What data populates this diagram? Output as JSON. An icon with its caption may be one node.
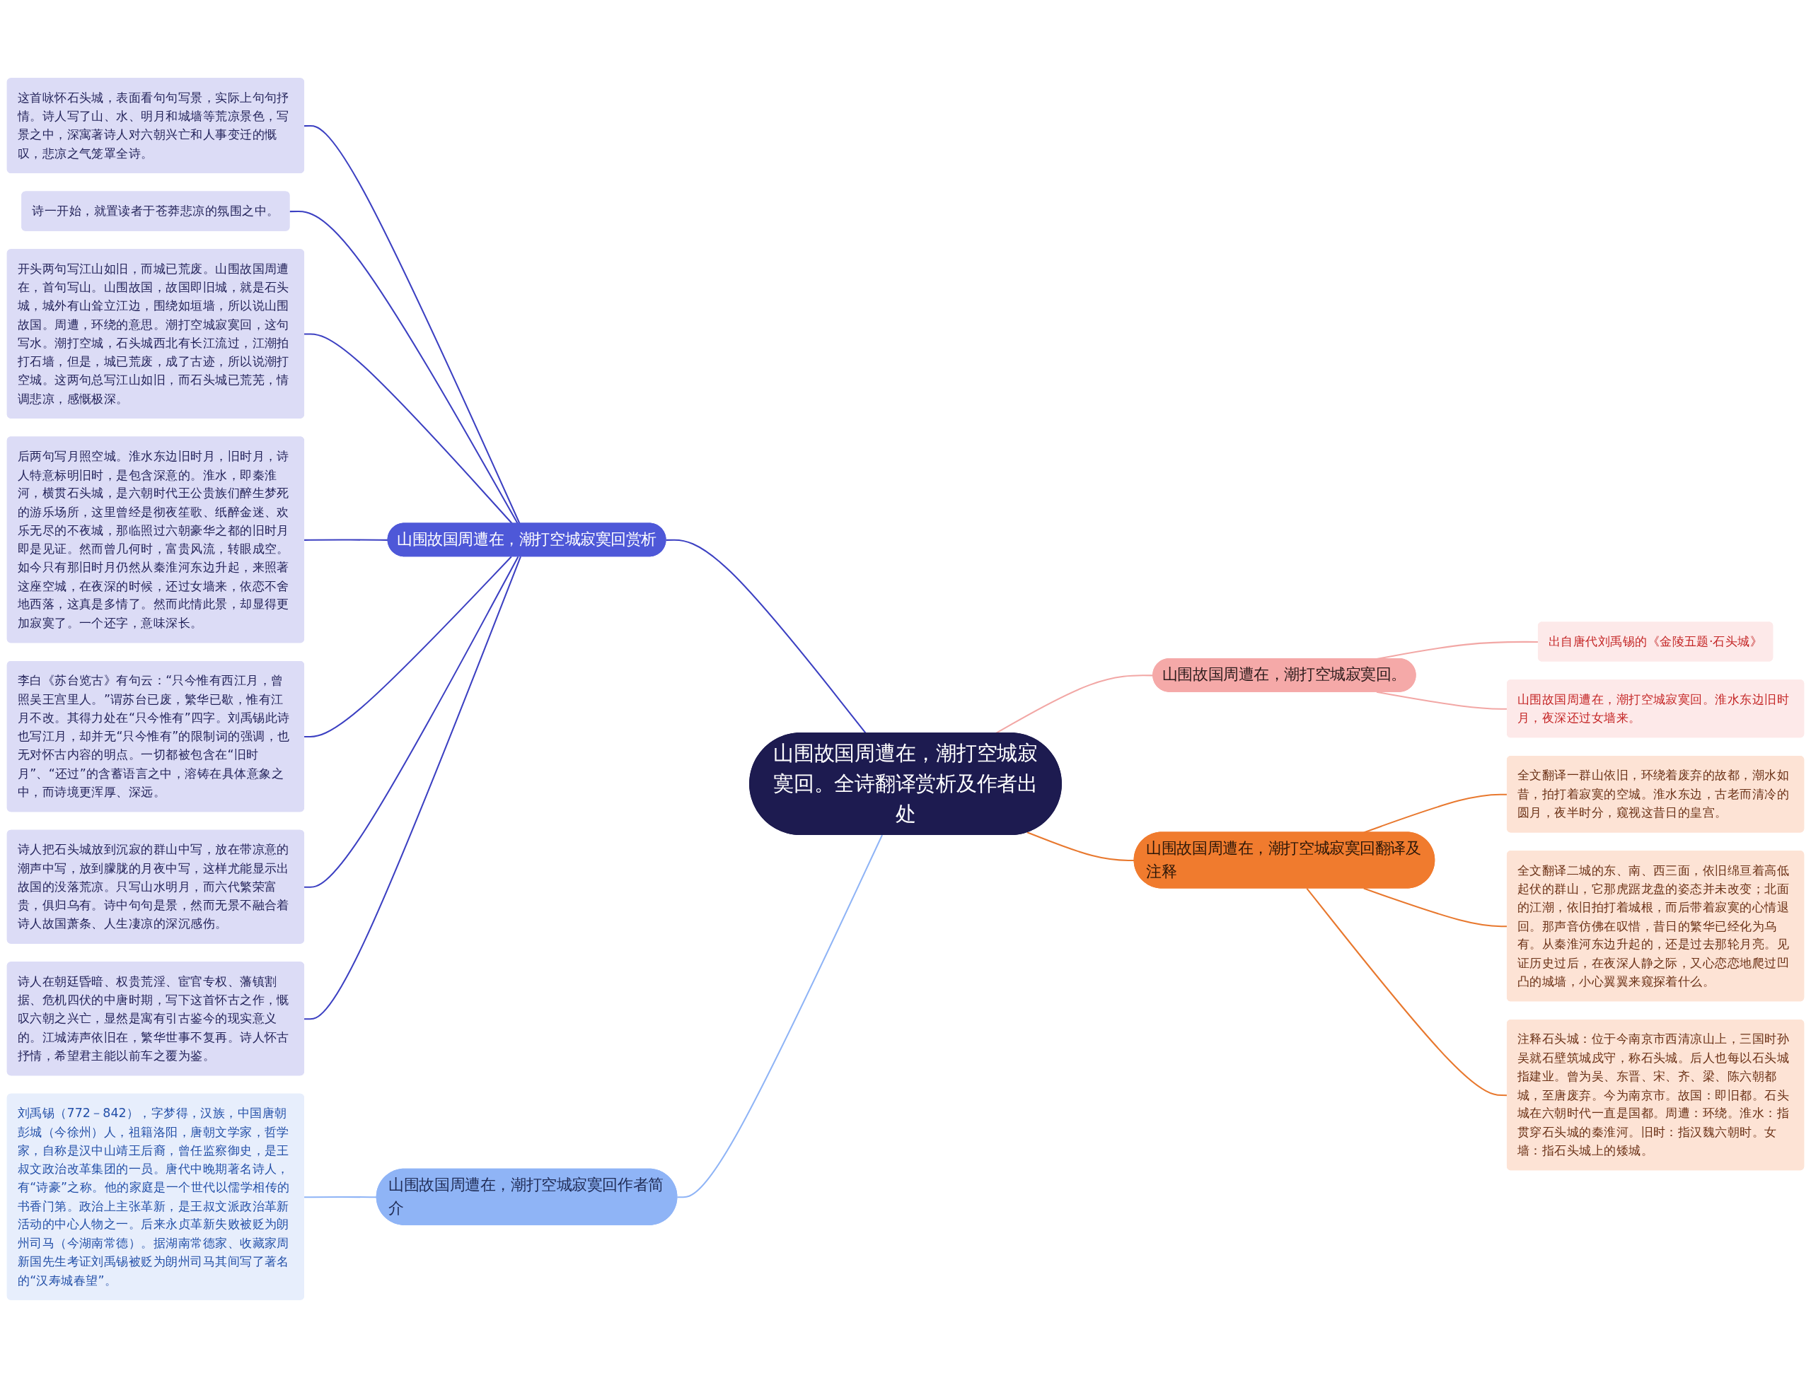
{
  "diagram": {
    "nodes": [
      {
        "text": [
          "山围故国周遭在，潮打空城寂寞回。全诗翻译赏析及作者出处"
        ]
      },
      {
        "text": [
          "山围故国周遭在，潮打空城寂寞回赏析"
        ]
      },
      {
        "text": [
          "这首咏怀石头城，表面看句句写景，实际上句句抒情。诗人写了山、水、明月和城墙等荒凉景色，写景之中，深寓著诗人对六朝兴亡和人事变迁的慨叹，悲凉之气笼罩全诗。"
        ]
      },
      {
        "text": [
          "诗一开始，就置读者于苍莽悲凉的氛围之中。"
        ]
      },
      {
        "text": [
          "开头两句写江山如旧，而城已荒废。山围故国周遭在，首句写山。山围故国，故国即旧城，就是石头城，城外有山耸立江边，围绕如垣墙，所以说山围故国。周遭，环绕的意思。潮打空城寂寞回，这句写水。潮打空城，石头城西北有长江流过，江潮拍打石墙，但是，城已荒废，成了古迹，所以说潮打空城。这两句总写江山如旧，而石头城已荒芜，情调悲凉，感慨极深。"
        ]
      },
      {
        "text": [
          "后两句写月照空城。淮水东边旧时月，旧时月，诗人特意标明旧时，是包含深意的。淮水，即秦淮河，横贯石头城，是六朝时代王公贵族们醉生梦死的游乐场所，这里曾经是彻夜笙歌、纸醉金迷、欢乐无尽的不夜城，那临照过六朝豪华之都的旧时月即是见证。然而曾几何时，富贵风流，转眼成空。如今只有那旧时月仍然从秦淮河东边升起，来照著这座空城，在夜深的时候，还过女墙来，依恋不舍地西落，这真是多情了。然而此情此景，却显得更加寂寞了。一个还字，意味深长。"
        ]
      },
      {
        "text": [
          "李白《苏台览古》有句云：“只今惟有西江月，曾照吴王宫里人。”谓苏台已废，繁华已歇，惟有江月不改。其得力处在“只今惟有”四字。刘禹锡此诗也写江月，却并无“只今惟有”的限制词的强调，也无对怀古内容的明点。一切都被包含在“旧时月”、“还过”的含蓄语言之中，溶铸在具体意象之中，而诗境更浑厚、深远。"
        ]
      },
      {
        "text": [
          "诗人把石头城放到沉寂的群山中写，放在带凉意的潮声中写，放到朦胧的月夜中写，这样尤能显示出故国的没落荒凉。只写山水明月，而六代繁荣富贵，俱归乌有。诗中句句是景，然而无景不融合着诗人故国萧条、人生凄凉的深沉感伤。"
        ]
      },
      {
        "text": [
          "诗人在朝廷昏暗、权贵荒淫、宦官专权、藩镇割据、危机四伏的中唐时期，写下这首怀古之作，慨叹六朝之兴亡，显然是寓有引古鉴今的现实意义的。江城涛声依旧在，繁华世事不复再。诗人怀古抒情，希望君主能以前车之覆为鉴。"
        ]
      },
      {
        "text": [
          "山围故国周遭在，潮打空城寂寞回作者简介"
        ]
      },
      {
        "text": [
          "刘禹锡（772－842），字梦得，汉族，中国唐朝彭城（今徐州）人，祖籍洛阳，唐朝文学家，哲学家，自称是汉中山靖王后裔，曾任监察御史，是王叔文政治改革集团的一员。唐代中晚期著名诗人，有“诗豪”之称。他的家庭是一个世代以儒学相传的书香门第。政治上主张革新，是王叔文派政治革新活动的中心人物之一。后来永贞革新失败被贬为朗州司马（今湖南常德）。据湖南常德家、收藏家周新国先生考证刘禹锡被贬为朗州司马其间写了著名的“汉寿城春望”。"
        ]
      },
      {
        "text": [
          "山围故国周遭在，潮打空城寂寞回。"
        ]
      },
      {
        "text": [
          "出自唐代刘禹锡的《金陵五题·石头城》"
        ]
      },
      {
        "text": [
          "山围故国周遭在，潮打空城寂寞回。淮水东边旧时月，夜深还过女墙来。"
        ]
      },
      {
        "text": [
          "山围故国周遭在，潮打空城寂寞回翻译及注释"
        ]
      },
      {
        "text": [
          "全文翻译一群山依旧，环绕着废弃的故都，潮水如昔，拍打着寂寞的空城。淮水东边，古老而清冷的圆月，夜半时分，窥视这昔日的皇宫。"
        ]
      },
      {
        "text": [
          "全文翻译二城的东、南、西三面，依旧绵亘着高低起伏的群山，它那虎踞龙盘的姿态并未改变；北面的江潮，依旧拍打着城根，而后带着寂寞的心情退回。那声音仿佛在叹惜，昔日的繁华已经化为乌有。从秦淮河东边升起的，还是过去那轮月亮。见证历史过后，在夜深人静之际，又心恋恋地爬过凹凸的城墙，小心翼翼来窥探着什么。"
        ]
      },
      {
        "text": [
          "注释石头城：位于今南京市西清凉山上，三国时孙吴就石壁筑城戍守，称石头城。后人也每以石头城指建业。曾为吴、东晋、宋、齐、梁、陈六朝都城，至唐废弃。今为南京市。故国：即旧都。石头城在六朝时代一直是国都。周遭：环绕。淮水：指贯穿石头城的秦淮河。旧时：指汉魏六朝时。女墙：指石头城上的矮城。"
        ]
      }
    ],
    "edges": [
      {
        "from": 1,
        "to": 0,
        "arrow": "none"
      },
      {
        "from": 2,
        "to": 1,
        "arrow": "none"
      },
      {
        "from": 3,
        "to": 1,
        "arrow": "none"
      },
      {
        "from": 4,
        "to": 1,
        "arrow": "none"
      },
      {
        "from": 5,
        "to": 1,
        "arrow": "none"
      },
      {
        "from": 6,
        "to": 1,
        "arrow": "none"
      },
      {
        "from": 7,
        "to": 1,
        "arrow": "none"
      },
      {
        "from": 8,
        "to": 1,
        "arrow": "none"
      },
      {
        "from": 9,
        "to": 0,
        "arrow": "none",
        "color": "#8fb4f6"
      },
      {
        "from": 10,
        "to": 9,
        "arrow": "none",
        "color": "#8fb4f6"
      },
      {
        "from": 0,
        "to": 11,
        "arrow": "none",
        "color": "#f2a7a5"
      },
      {
        "from": 11,
        "to": 12,
        "arrow": "none",
        "color": "#f2a7a5"
      },
      {
        "from": 11,
        "to": 13,
        "arrow": "none",
        "color": "#f2a7a5"
      },
      {
        "from": 0,
        "to": 14,
        "arrow": "none",
        "color": "#e8782e"
      },
      {
        "from": 14,
        "to": 15,
        "arrow": "none",
        "color": "#e8782e"
      },
      {
        "from": 14,
        "to": 16,
        "arrow": "none",
        "color": "#e8782e"
      },
      {
        "from": 14,
        "to": 17,
        "arrow": "none",
        "color": "#e8782e"
      }
    ]
  }
}
